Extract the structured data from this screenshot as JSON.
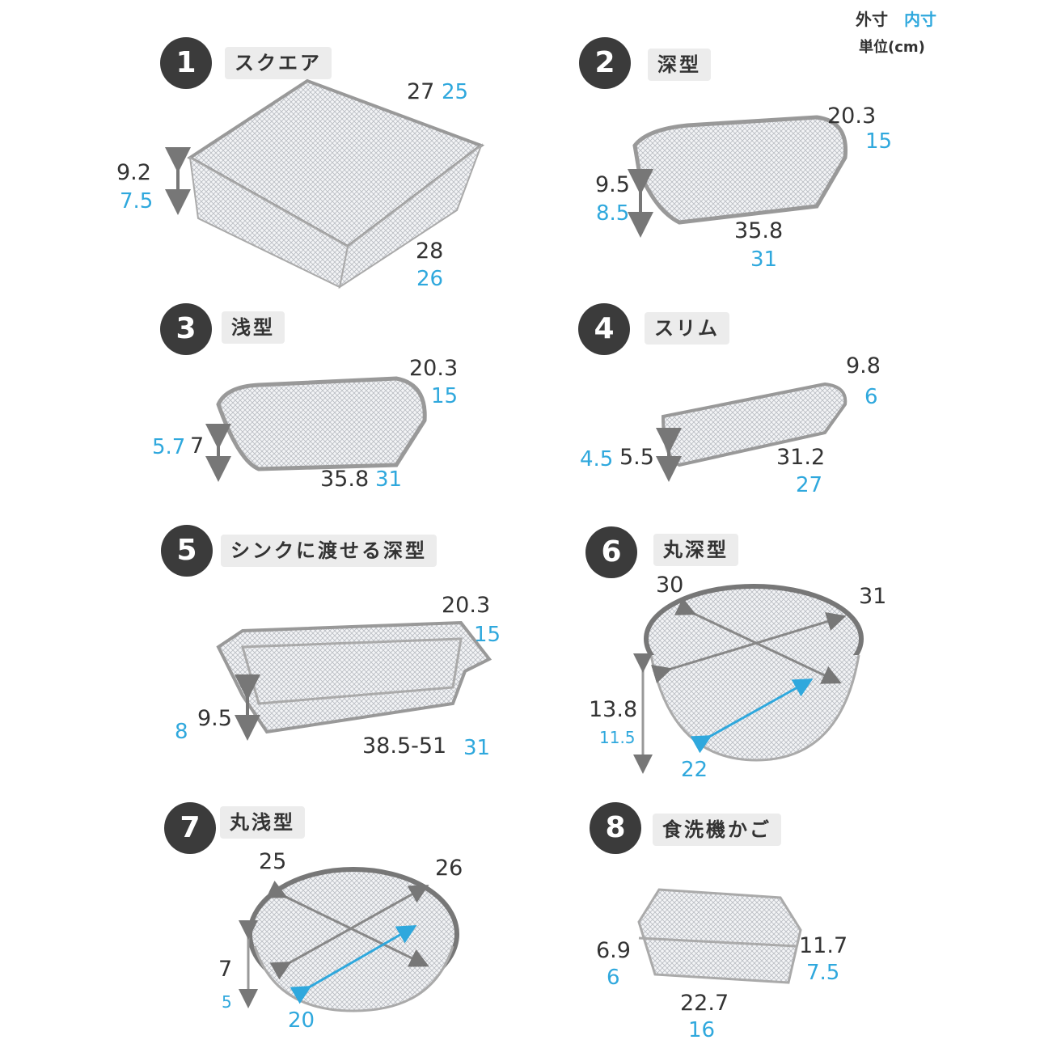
{
  "legend": {
    "outer": "外寸",
    "inner": "内寸",
    "unit": "単位(cm)",
    "inner_color": "#2fa8dd"
  },
  "items": [
    {
      "num": "1",
      "name": "スクエア",
      "dims": [
        "27",
        "25",
        "9.2",
        "7.5",
        "28",
        "26"
      ]
    },
    {
      "num": "2",
      "name": "深型",
      "dims": [
        "20.3",
        "15",
        "9.5",
        "8.5",
        "35.8",
        "31"
      ]
    },
    {
      "num": "3",
      "name": "浅型",
      "dims": [
        "20.3",
        "15",
        "5.7",
        "7",
        "35.8",
        "31"
      ]
    },
    {
      "num": "4",
      "name": "スリム",
      "dims": [
        "9.8",
        "6",
        "4.5",
        "5.5",
        "31.2",
        "27"
      ]
    },
    {
      "num": "5",
      "name": "シンクに渡せる深型",
      "dims": [
        "20.3",
        "15",
        "8",
        "9.5",
        "38.5-51",
        "31"
      ]
    },
    {
      "num": "6",
      "name": "丸深型",
      "dims": [
        "30",
        "31",
        "13.8",
        "11.5",
        "22"
      ]
    },
    {
      "num": "7",
      "name": "丸浅型",
      "dims": [
        "25",
        "26",
        "7",
        "5",
        "20"
      ]
    },
    {
      "num": "8",
      "name": "食洗機かご",
      "dims": [
        "6.9",
        "6",
        "11.7",
        "7.5",
        "22.7",
        "16"
      ]
    }
  ]
}
